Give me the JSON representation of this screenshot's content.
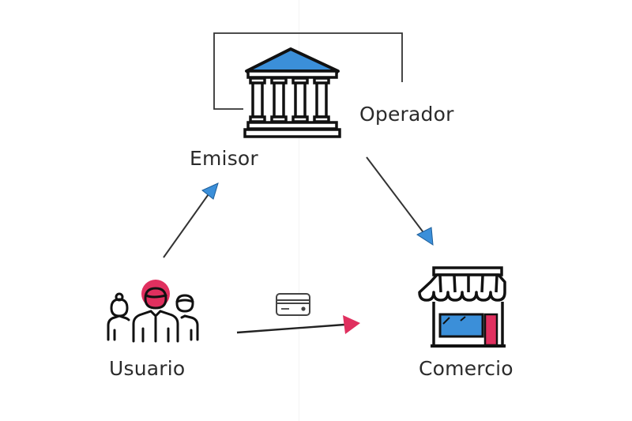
{
  "nodes": {
    "emisor": {
      "label": "Emisor",
      "icon": "bank-icon"
    },
    "operador": {
      "label": "Operador"
    },
    "usuario": {
      "label": "Usuario",
      "icon": "users-group-icon"
    },
    "comercio": {
      "label": "Comercio",
      "icon": "storefront-icon"
    }
  },
  "edges": [
    {
      "from": "usuario",
      "to": "emisor",
      "arrow_color": "#3b8fd9"
    },
    {
      "from": "emisor",
      "to": "comercio",
      "arrow_color": "#3b8fd9"
    },
    {
      "from": "usuario",
      "to": "comercio",
      "arrow_color": "#e0305f",
      "icon": "credit-card-icon"
    }
  ],
  "colors": {
    "blue": "#3b8fd9",
    "pink": "#e0305f",
    "stroke": "#111111",
    "text": "#2b2b2b"
  }
}
